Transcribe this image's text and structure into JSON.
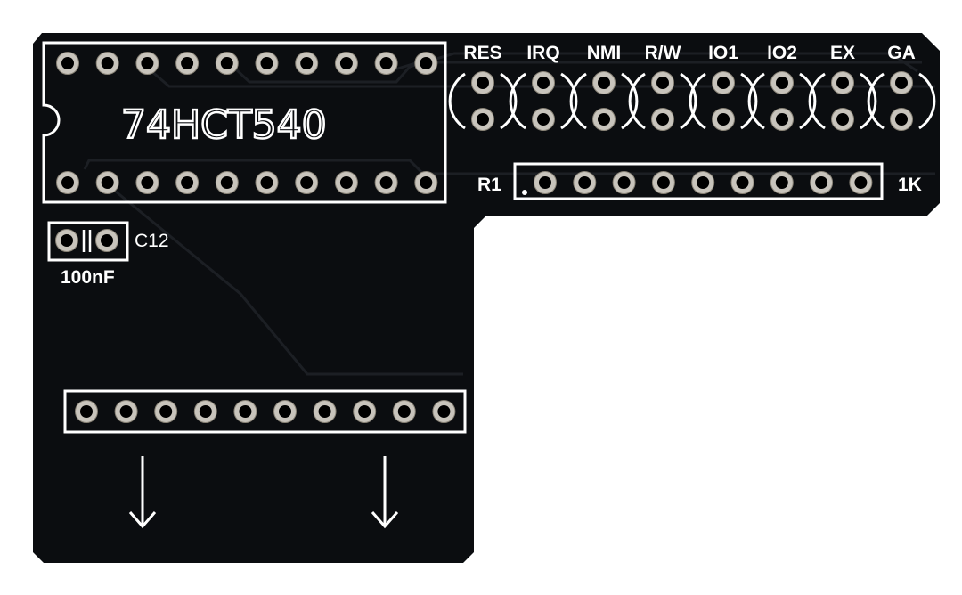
{
  "board": {
    "color": "#0b0d10",
    "pad_color": "#c8c4bc",
    "silk_color": "#ffffff"
  },
  "ic": {
    "label": "74HCT540",
    "pins_per_row": 10
  },
  "header": {
    "labels": [
      "RES",
      "IRQ",
      "NMI",
      "R/W",
      "IO1",
      "IO2",
      "EX",
      "GA"
    ]
  },
  "resistor": {
    "ref": "R1",
    "value": "1K",
    "pins": 9
  },
  "capacitor": {
    "ref": "C12",
    "value": "100nF"
  },
  "bottom_header": {
    "pins": 10
  }
}
